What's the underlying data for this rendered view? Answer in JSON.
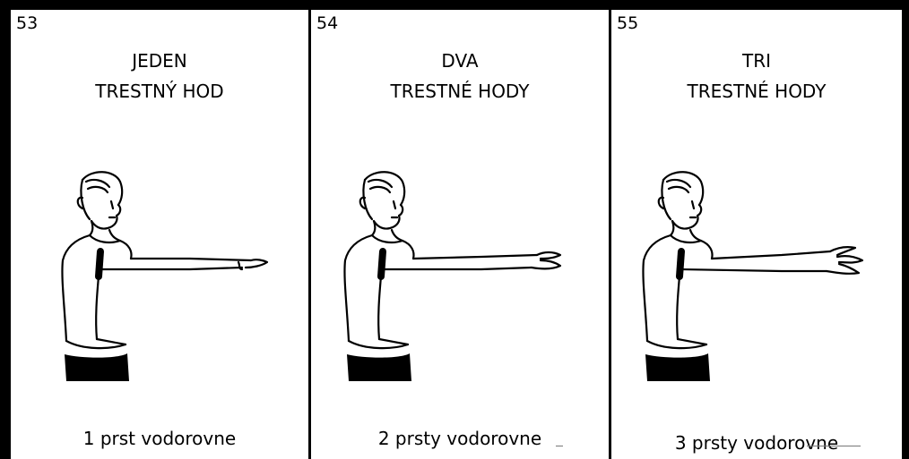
{
  "panels": [
    {
      "number": "53",
      "title_line1": "JEDEN",
      "title_line2": "TRESTNÝ HOD",
      "caption": "1 prst vodorovne",
      "fingers": 1
    },
    {
      "number": "54",
      "title_line1": "DVA",
      "title_line2": "TRESTNÉ HODY",
      "caption": "2 prsty vodorovne",
      "fingers": 2
    },
    {
      "number": "55",
      "title_line1": "TRI",
      "title_line2": "TRESTNÉ HODY",
      "caption": "3 prsty vodorovne",
      "fingers": 3
    }
  ]
}
